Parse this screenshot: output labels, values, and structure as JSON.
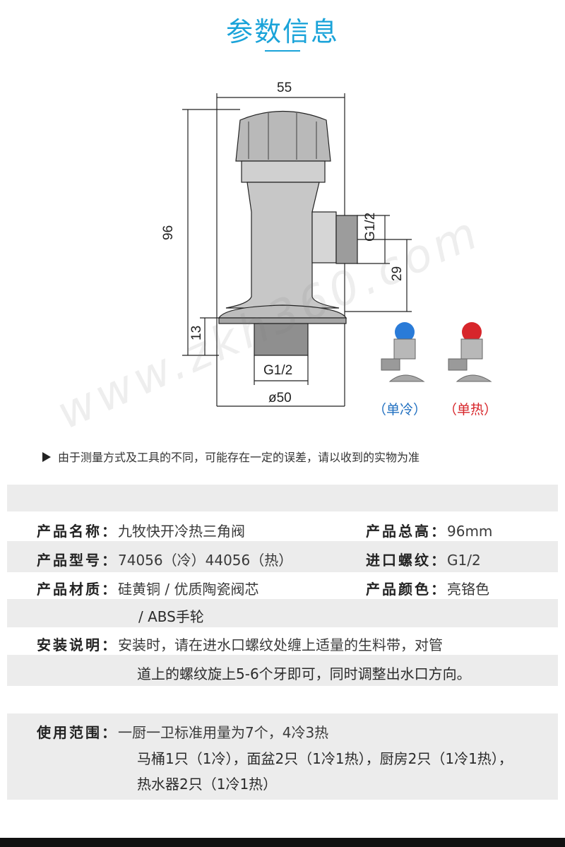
{
  "title": "参数信息",
  "dimensions": {
    "width_top": "55",
    "height_total": "96",
    "thread_side": "G1/2",
    "height_outlet": "29",
    "height_base": "13",
    "thread_bottom": "G1/2",
    "base_diameter": "ø50"
  },
  "variants": {
    "cold": "（单冷）",
    "hot": "（单热）"
  },
  "watermark": "www.zkh360.com",
  "note": "由于测量方式及工具的不同，可能存在一定的误差，请以收到的实物为准",
  "specs": {
    "name_label": "产品名称：",
    "name_value": "九牧快开冷热三角阀",
    "height_label": "产品总高：",
    "height_value": "96mm",
    "model_label": "产品型号：",
    "model_value": "74056（冷）44056（热）",
    "thread_label": "进口螺纹：",
    "thread_value": "G1/2",
    "material_label": "产品材质：",
    "material_value": "硅黄铜 / 优质陶瓷阀芯",
    "material_value_2": "/ ABS手轮",
    "color_label": "产品颜色：",
    "color_value": "亮铬色",
    "install_label": "安装说明：",
    "install_line1": "安装时，请在进水口螺纹处缠上适量的生料带，对管",
    "install_line2": "道上的螺纹旋上5-6个牙即可，同时调整出水口方向。",
    "usage_label": "使用范围：",
    "usage_line1": "一厨一卫标准用量为7个，4冷3热",
    "usage_line2": "马桶1只（1冷），面盆2只（1冷1热），厨房2只（1冷1热），",
    "usage_line3": "热水器2只（1冷1热）"
  }
}
